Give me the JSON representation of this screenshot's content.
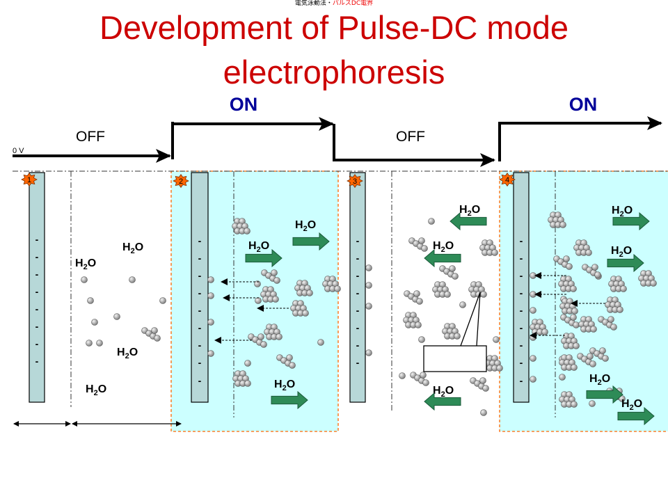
{
  "header_note": {
    "black": "電気泳動法・",
    "red": "パルスDC電界"
  },
  "title": {
    "line1": "Development of Pulse-DC mode",
    "line2": "electrophoresis"
  },
  "waveform": {
    "zero_label": "0 V",
    "phases": [
      "OFF",
      "ON",
      "OFF",
      "ON"
    ]
  },
  "steps": [
    "1",
    "2",
    "3",
    "4"
  ],
  "water": {
    "main": "H",
    "sub": "2",
    "tail": "O"
  },
  "colors": {
    "title": "#cc0000",
    "on_label": "#000099",
    "panel": "#ccffff",
    "panel_border": "#ff6600",
    "electrode": "#b7d8d8",
    "water_arrow": "#2e8b57",
    "badge": "#ff6600"
  },
  "electrode_charge": "-"
}
